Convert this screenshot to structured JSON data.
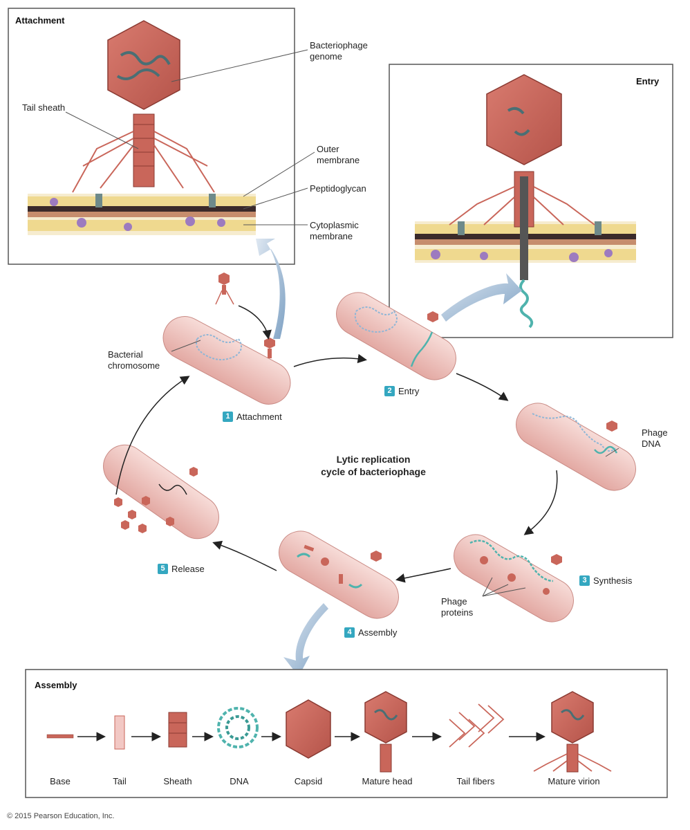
{
  "attachment_panel": {
    "title": "Attachment",
    "labels": {
      "genome": [
        "Bacteriophage",
        "genome"
      ],
      "tail_sheath": "Tail sheath",
      "outer_membrane": [
        "Outer",
        "membrane"
      ],
      "peptidoglycan": "Peptidoglycan",
      "cytoplasmic_membrane": [
        "Cytoplasmic",
        "membrane"
      ]
    }
  },
  "entry_panel": {
    "title": "Entry"
  },
  "cycle": {
    "title": [
      "Lytic replication",
      "cycle of bacteriophage"
    ],
    "labels": {
      "bacterial_chromosome": [
        "Bacterial",
        "chromosome"
      ],
      "phage_dna": [
        "Phage",
        "DNA"
      ],
      "phage_proteins": [
        "Phage",
        "proteins"
      ]
    },
    "steps": [
      {
        "num": "1",
        "label": "Attachment"
      },
      {
        "num": "2",
        "label": "Entry"
      },
      {
        "num": "3",
        "label": "Synthesis"
      },
      {
        "num": "4",
        "label": "Assembly"
      },
      {
        "num": "5",
        "label": "Release"
      }
    ]
  },
  "assembly_panel": {
    "title": "Assembly",
    "stages": [
      "Base",
      "Tail",
      "Sheath",
      "DNA",
      "Capsid",
      "Mature head",
      "Tail fibers",
      "Mature virion"
    ]
  },
  "colors": {
    "capsid": "#c9665a",
    "bacterium": "#f2c8c4",
    "dna": "#4fb3ad",
    "badge": "#34a7c0",
    "membrane": "#efd98f",
    "arrow_blue": "#8fb0cc"
  },
  "copyright": "© 2015 Pearson Education, Inc."
}
